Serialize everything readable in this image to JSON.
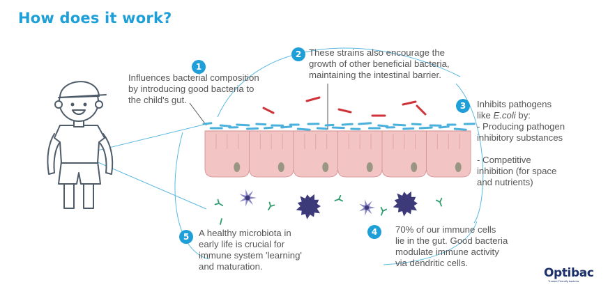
{
  "title": "How does it work?",
  "steps": [
    {
      "number": "1",
      "lines": [
        "Influences bacterial composition",
        "by introducing good bacteria to",
        "the child's gut."
      ]
    },
    {
      "number": "2",
      "lines": [
        "These strains also encourage the",
        "growth of other beneficial bacteria,",
        "maintaining the intestinal barrier."
      ]
    },
    {
      "number": "3",
      "lines": [
        "Inhibits pathogens",
        "like E.coli by:",
        "- Producing pathogen",
        "inhibitory substances",
        "",
        "- Competitive",
        "inhibition (for space",
        "and nutrients)"
      ]
    },
    {
      "number": "4",
      "lines": [
        "70% of our immune cells",
        "lie in the gut. Good bacteria",
        "modulate immune activity",
        "via dendritic cells."
      ]
    },
    {
      "number": "5",
      "lines": [
        "A healthy microbiota in",
        "early life is crucial for",
        "immune system 'learning'",
        "and maturation."
      ]
    }
  ],
  "brand": {
    "name": "Optibac",
    "tagline": "Trusted Friendly bacteria"
  },
  "colors": {
    "accent": "#1e9fd8",
    "gut_cell": "#f2c4c4",
    "gut_cell_outline": "#d99a9a",
    "nucleus": "#9a9684",
    "bacteria_good": "#4ab0dc",
    "pathogen": "#d0323a",
    "dendritic_dark": "#3d3a7a",
    "dendritic_light": "#8c88c4",
    "antibody": "#2f9b6d",
    "brand": "#1b2f6b"
  }
}
